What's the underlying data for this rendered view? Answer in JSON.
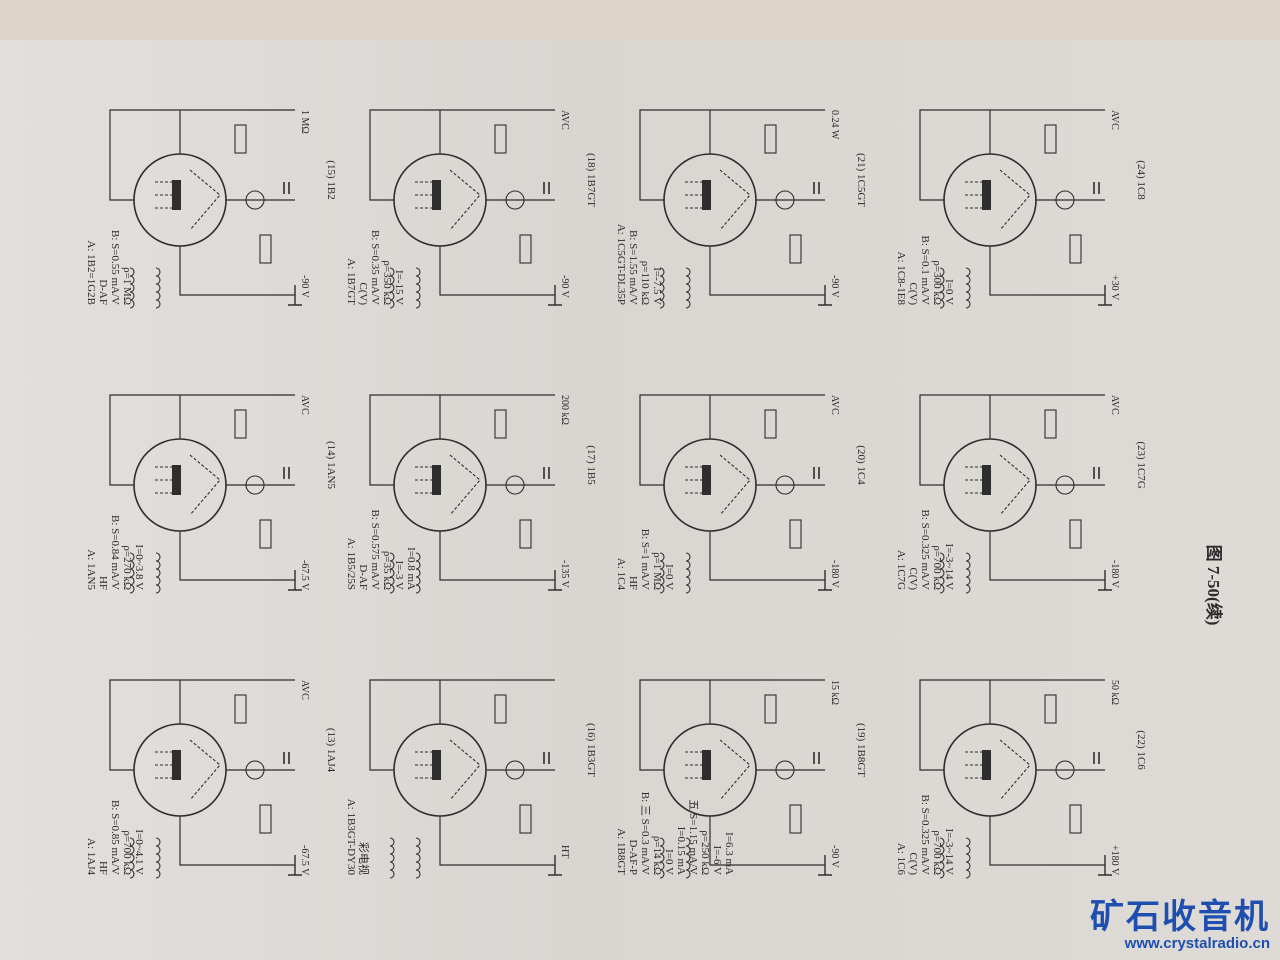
{
  "figure_caption": "图 7-50(续)",
  "watermark": {
    "title": "矿石收音机",
    "url": "www.crystalradio.cn"
  },
  "circuits": [
    {
      "id": "13",
      "caption": "(13) 1AJ4",
      "tube": "A: 1AJ4",
      "function": "HF",
      "params": [
        "B: S=0.85 mA/V",
        "ρ=700 kΩ",
        "I=0~4.1 V"
      ],
      "supply": "-67.5 V",
      "extra": "AVC"
    },
    {
      "id": "14",
      "caption": "(14) 1AN5",
      "tube": "A: 1AN5",
      "function": "HF",
      "params": [
        "B: S=0.84 mA/V",
        "ρ=270 kΩ",
        "I=0~3.8 V"
      ],
      "supply": "-67.5 V",
      "extra": "AVC"
    },
    {
      "id": "15",
      "caption": "(15) 1B2",
      "tube": "A: 1B2=1G2B",
      "function": "D-AF",
      "params": [
        "B: S=0.55 mA/V",
        "ρ=1 MΩ"
      ],
      "supply": "-90 V",
      "extra": "1 MΩ"
    },
    {
      "id": "16",
      "caption": "(16) 1B3GT",
      "tube": "A: 1B3GT-DY30",
      "function": "彩电视",
      "params": [],
      "supply": "HT",
      "extra": ""
    },
    {
      "id": "17",
      "caption": "(17) 1B5",
      "tube": "A: 1B5/25S",
      "function": "D-AF",
      "params": [
        "B: S=0.575 mA/V",
        "ρ=35 kΩ",
        "I=-3 V",
        "I=0.8 mA"
      ],
      "supply": "-135 V",
      "extra": "200 kΩ"
    },
    {
      "id": "18",
      "caption": "(18) 1B7GT",
      "tube": "A: 1B7GT",
      "function": "C(V)",
      "params": [
        "B: S=0.35 mA/V",
        "ρ=350 kΩ",
        "I=-15 V"
      ],
      "supply": "-90 V",
      "extra": "AVC"
    },
    {
      "id": "19",
      "caption": "(19) 1B8GT",
      "tube": "A: 1B8GT",
      "function": "D-AF-P",
      "params": [
        "B: 三 S=0.3 mA/V",
        "ρ=14 kΩ",
        "I=0 V",
        "I=0.15 mA",
        "五 S=1.15 mA/V",
        "ρ=250 kΩ",
        "I=-6 V",
        "I=6.3 mA"
      ],
      "supply": "-90 V",
      "extra": "15 kΩ"
    },
    {
      "id": "20",
      "caption": "(20) 1C4",
      "tube": "A: 1C4",
      "function": "HF",
      "params": [
        "B: S=1 mA/V",
        "ρ=1 MΩ",
        "I=0 V"
      ],
      "supply": "-180 V",
      "extra": "AVC"
    },
    {
      "id": "21",
      "caption": "(21) 1C5GT",
      "tube": "A: 1C5GT-DL35P",
      "function": "",
      "params": [
        "B: S=1.55 mA/V",
        "ρ=110 kΩ",
        "I=-7.5 V"
      ],
      "supply": "-90 V",
      "extra": "0.24 W"
    },
    {
      "id": "22",
      "caption": "(22) 1C6",
      "tube": "A: 1C6",
      "function": "C(V)",
      "params": [
        "B: S=0.325 mA/V",
        "ρ=700 kΩ",
        "I=-3~14 V"
      ],
      "supply": "+180 V",
      "extra": "50 kΩ"
    },
    {
      "id": "23",
      "caption": "(23) 1C7G",
      "tube": "A: 1C7G",
      "function": "C(V)",
      "params": [
        "B: S=0.325 mA/V",
        "ρ=700 kΩ",
        "I=-3~14 V"
      ],
      "supply": "-180 V",
      "extra": "AVC"
    },
    {
      "id": "24",
      "caption": "(24) 1C8",
      "tube": "A: 1C8-1E8",
      "function": "C(V)",
      "params": [
        "B: S=0.1 mA/V",
        "ρ=300 kΩ",
        "I=0 V"
      ],
      "supply": "+30 V",
      "extra": "AVC"
    }
  ]
}
